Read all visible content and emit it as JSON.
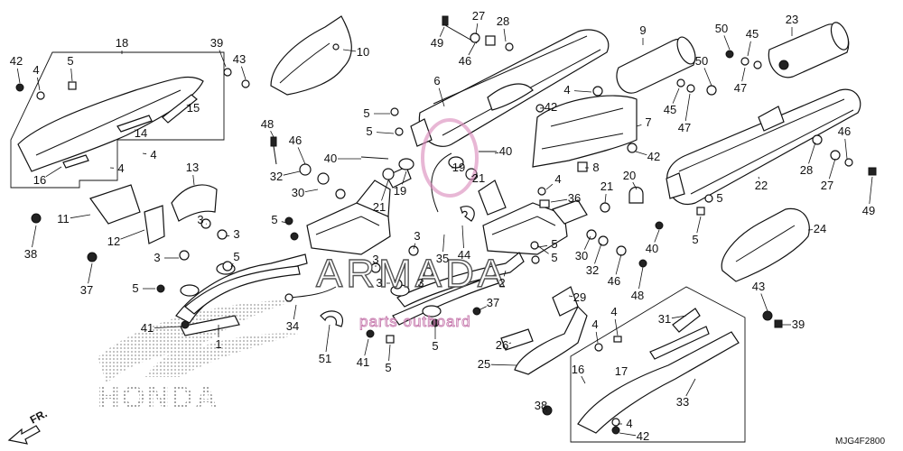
{
  "diagram": {
    "code": "MJG4F2800",
    "front_marker": "FR.",
    "brand_watermark": "HONDA",
    "watermark_main": "ARMADA",
    "watermark_sub": "parts outboard",
    "callouts": [
      {
        "id": "c42a",
        "num": "42"
      },
      {
        "id": "c4a",
        "num": "4"
      },
      {
        "id": "c5a",
        "num": "5"
      },
      {
        "id": "c18",
        "num": "18"
      },
      {
        "id": "c39a",
        "num": "39"
      },
      {
        "id": "c43a",
        "num": "43"
      },
      {
        "id": "c10",
        "num": "10"
      },
      {
        "id": "c49a",
        "num": "49"
      },
      {
        "id": "c27a",
        "num": "27"
      },
      {
        "id": "c46a",
        "num": "46"
      },
      {
        "id": "c28a",
        "num": "28"
      },
      {
        "id": "c9",
        "num": "9"
      },
      {
        "id": "c50a",
        "num": "50"
      },
      {
        "id": "c45a",
        "num": "45"
      },
      {
        "id": "c23",
        "num": "23"
      },
      {
        "id": "c50b",
        "num": "50"
      },
      {
        "id": "c47a",
        "num": "47"
      },
      {
        "id": "c15",
        "num": "15"
      },
      {
        "id": "c14",
        "num": "14"
      },
      {
        "id": "c4b",
        "num": "4"
      },
      {
        "id": "c4c",
        "num": "4"
      },
      {
        "id": "c16a",
        "num": "16"
      },
      {
        "id": "c6",
        "num": "6"
      },
      {
        "id": "c4d",
        "num": "4"
      },
      {
        "id": "c42b",
        "num": "42"
      },
      {
        "id": "c7",
        "num": "7"
      },
      {
        "id": "c45b",
        "num": "45"
      },
      {
        "id": "c47b",
        "num": "47"
      },
      {
        "id": "c5b",
        "num": "5"
      },
      {
        "id": "c5c",
        "num": "5"
      },
      {
        "id": "c48a",
        "num": "48"
      },
      {
        "id": "c46b",
        "num": "46"
      },
      {
        "id": "c40a",
        "num": "40"
      },
      {
        "id": "c32a",
        "num": "32"
      },
      {
        "id": "c30a",
        "num": "30"
      },
      {
        "id": "c19a",
        "num": "19"
      },
      {
        "id": "c40b",
        "num": "40"
      },
      {
        "id": "c19b",
        "num": "19"
      },
      {
        "id": "c21a",
        "num": "21"
      },
      {
        "id": "c21b",
        "num": "21"
      },
      {
        "id": "c8",
        "num": "8"
      },
      {
        "id": "c42c",
        "num": "42"
      },
      {
        "id": "c13",
        "num": "13"
      },
      {
        "id": "c11",
        "num": "11"
      },
      {
        "id": "c38a",
        "num": "38"
      },
      {
        "id": "c12",
        "num": "12"
      },
      {
        "id": "c3a",
        "num": "3"
      },
      {
        "id": "c3b",
        "num": "3"
      },
      {
        "id": "c5d",
        "num": "5"
      },
      {
        "id": "c3c",
        "num": "3"
      },
      {
        "id": "c5e",
        "num": "5"
      },
      {
        "id": "c37a",
        "num": "37"
      },
      {
        "id": "c5f",
        "num": "5"
      },
      {
        "id": "c41a",
        "num": "41"
      },
      {
        "id": "c1",
        "num": "1"
      },
      {
        "id": "c3d",
        "num": "3"
      },
      {
        "id": "c3e",
        "num": "3"
      },
      {
        "id": "c44",
        "num": "44"
      },
      {
        "id": "c35",
        "num": "35"
      },
      {
        "id": "c3f",
        "num": "3"
      },
      {
        "id": "c3g",
        "num": "3"
      },
      {
        "id": "c2",
        "num": "2"
      },
      {
        "id": "c34",
        "num": "34"
      },
      {
        "id": "c51",
        "num": "51"
      },
      {
        "id": "c41b",
        "num": "41"
      },
      {
        "id": "c5g",
        "num": "5"
      },
      {
        "id": "c5h",
        "num": "5"
      },
      {
        "id": "c5i",
        "num": "5"
      },
      {
        "id": "c37b",
        "num": "37"
      },
      {
        "id": "c29",
        "num": "29"
      },
      {
        "id": "c26",
        "num": "26"
      },
      {
        "id": "c25",
        "num": "25"
      },
      {
        "id": "c36",
        "num": "36"
      },
      {
        "id": "c4e",
        "num": "4"
      },
      {
        "id": "c5j",
        "num": "5"
      },
      {
        "id": "c30b",
        "num": "30"
      },
      {
        "id": "c32b",
        "num": "32"
      },
      {
        "id": "c46c",
        "num": "46"
      },
      {
        "id": "c48b",
        "num": "48"
      },
      {
        "id": "c20",
        "num": "20"
      },
      {
        "id": "c21c",
        "num": "21"
      },
      {
        "id": "c40c",
        "num": "40"
      },
      {
        "id": "c28b",
        "num": "28"
      },
      {
        "id": "c22",
        "num": "22"
      },
      {
        "id": "c27b",
        "num": "27"
      },
      {
        "id": "c46d",
        "num": "46"
      },
      {
        "id": "c49b",
        "num": "49"
      },
      {
        "id": "c5k",
        "num": "5"
      },
      {
        "id": "c5l",
        "num": "5"
      },
      {
        "id": "c24",
        "num": "24"
      },
      {
        "id": "c43b",
        "num": "43"
      },
      {
        "id": "c39b",
        "num": "39"
      },
      {
        "id": "c31",
        "num": "31"
      },
      {
        "id": "c4f",
        "num": "4"
      },
      {
        "id": "c4g",
        "num": "4"
      },
      {
        "id": "c16b",
        "num": "16"
      },
      {
        "id": "c17",
        "num": "17"
      },
      {
        "id": "c33",
        "num": "33"
      },
      {
        "id": "c38b",
        "num": "38"
      },
      {
        "id": "c4h",
        "num": "4"
      },
      {
        "id": "c42d",
        "num": "42"
      }
    ]
  }
}
